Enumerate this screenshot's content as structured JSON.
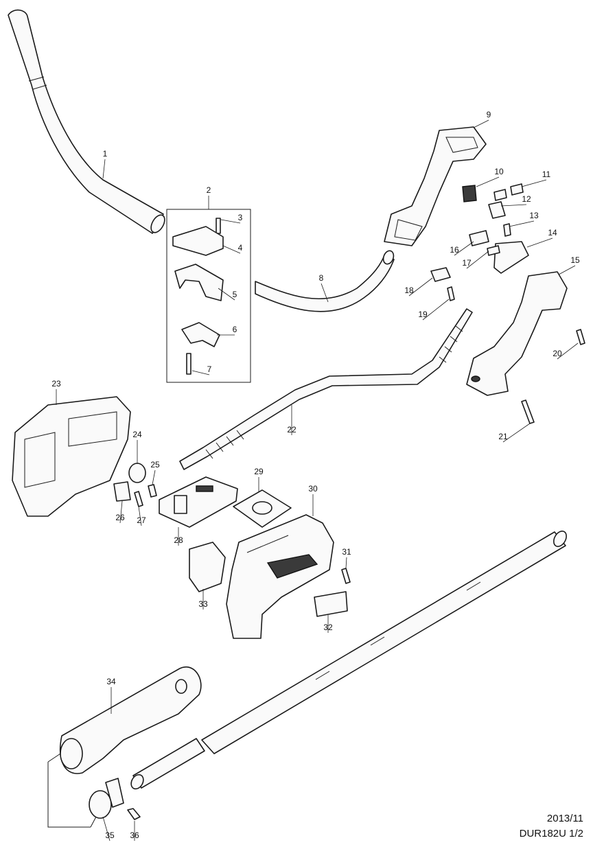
{
  "diagram": {
    "parts": [
      {
        "n": "1"
      },
      {
        "n": "2"
      },
      {
        "n": "3"
      },
      {
        "n": "4"
      },
      {
        "n": "5"
      },
      {
        "n": "6"
      },
      {
        "n": "7"
      },
      {
        "n": "8"
      },
      {
        "n": "9"
      },
      {
        "n": "10"
      },
      {
        "n": "11"
      },
      {
        "n": "12"
      },
      {
        "n": "13"
      },
      {
        "n": "14"
      },
      {
        "n": "15"
      },
      {
        "n": "16"
      },
      {
        "n": "17"
      },
      {
        "n": "18"
      },
      {
        "n": "19"
      },
      {
        "n": "20"
      },
      {
        "n": "21"
      },
      {
        "n": "22"
      },
      {
        "n": "23"
      },
      {
        "n": "24"
      },
      {
        "n": "25"
      },
      {
        "n": "26"
      },
      {
        "n": "27"
      },
      {
        "n": "28"
      },
      {
        "n": "29"
      },
      {
        "n": "30"
      },
      {
        "n": "31"
      },
      {
        "n": "32"
      },
      {
        "n": "33"
      },
      {
        "n": "34"
      },
      {
        "n": "35"
      },
      {
        "n": "36"
      }
    ]
  },
  "footer": {
    "date": "2013/11",
    "model": "DUR182U 1/2"
  }
}
